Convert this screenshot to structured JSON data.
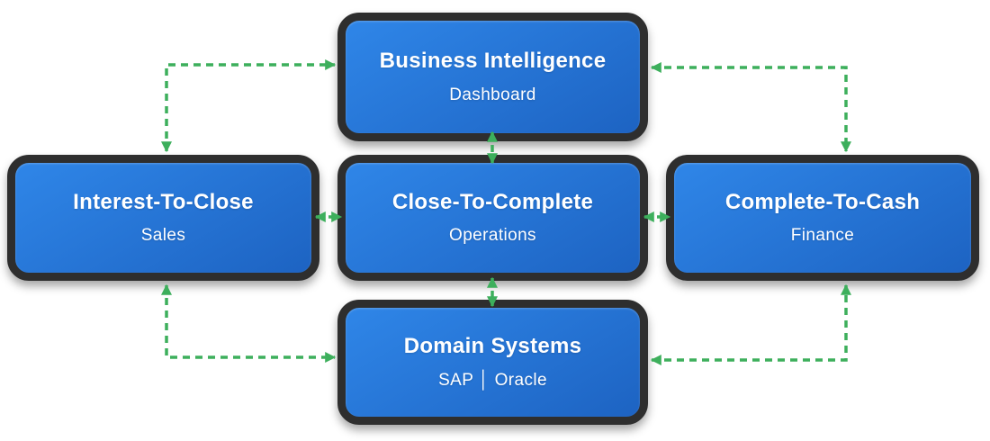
{
  "diagram": {
    "title": "Process flow diagram",
    "nodes": [
      {
        "id": "business-intelligence",
        "title": "Business Intelligence",
        "subtitle": "Dashboard"
      },
      {
        "id": "interest-to-close",
        "title": "Interest-To-Close",
        "subtitle": "Sales"
      },
      {
        "id": "close-to-complete",
        "title": "Close-To-Complete",
        "subtitle": "Operations"
      },
      {
        "id": "complete-to-cash",
        "title": "Complete-To-Cash",
        "subtitle": "Finance"
      },
      {
        "id": "domain-systems",
        "title": "Domain Systems",
        "subtitle": "SAP │ Oracle"
      }
    ],
    "connections": [
      {
        "from": "interest-to-close",
        "to": "business-intelligence",
        "bidirectional": true
      },
      {
        "from": "business-intelligence",
        "to": "complete-to-cash",
        "bidirectional": true
      },
      {
        "from": "business-intelligence",
        "to": "close-to-complete",
        "bidirectional": true
      },
      {
        "from": "interest-to-close",
        "to": "close-to-complete",
        "bidirectional": true
      },
      {
        "from": "close-to-complete",
        "to": "complete-to-cash",
        "bidirectional": true
      },
      {
        "from": "close-to-complete",
        "to": "domain-systems",
        "bidirectional": true
      },
      {
        "from": "interest-to-close",
        "to": "domain-systems",
        "bidirectional": true
      },
      {
        "from": "domain-systems",
        "to": "complete-to-cash",
        "bidirectional": true
      }
    ],
    "colors": {
      "arrow": "#3daf5c",
      "node_fill_top": "#2f86e8",
      "node_fill_bottom": "#1d63c2",
      "node_border": "#2e2e2e",
      "text": "#ffffff"
    }
  }
}
